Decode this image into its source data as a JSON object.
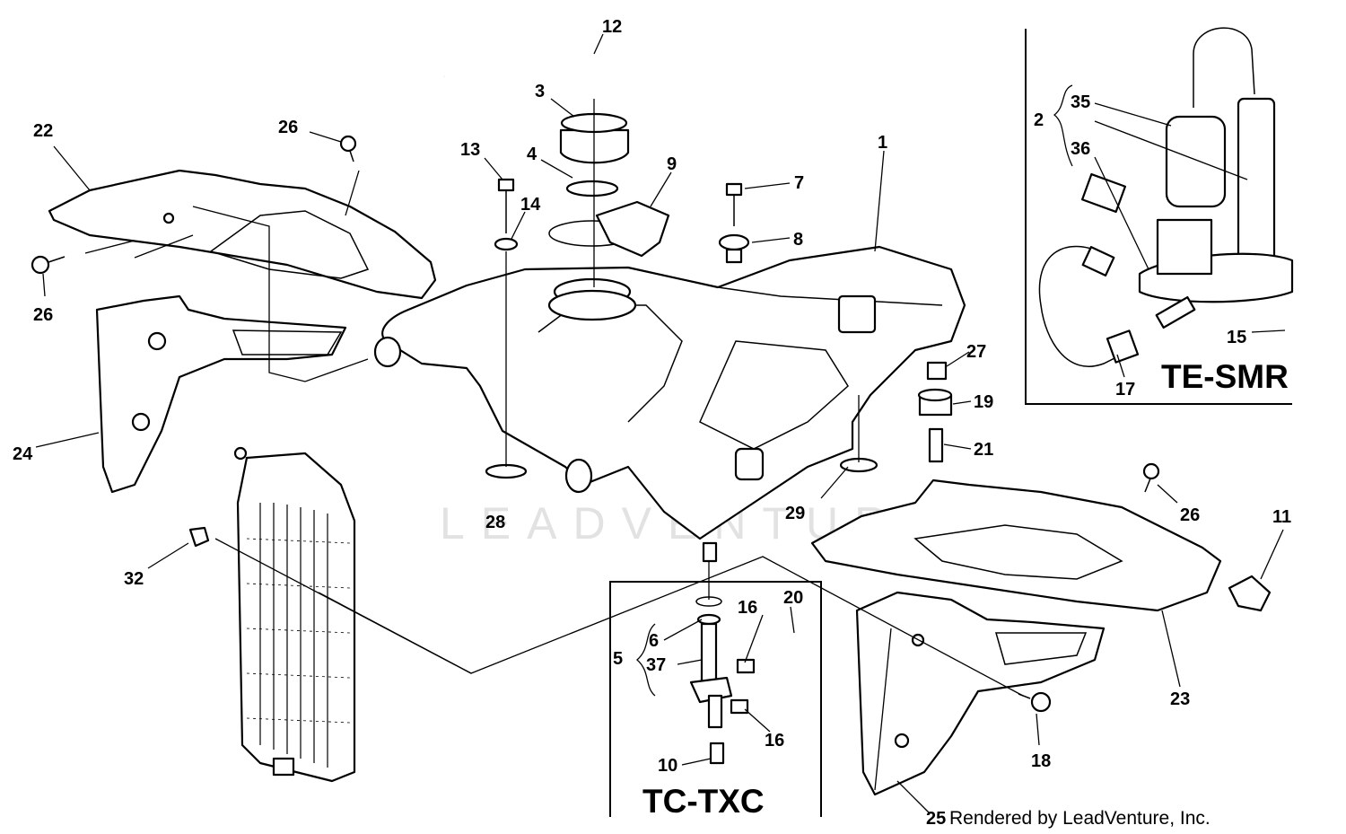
{
  "watermark": "LEADVENTURE",
  "credit": "Rendered by LeadVenture, Inc.",
  "insets": {
    "te_smr": "TE-SMR",
    "tc_txc": "TC-TXC"
  },
  "callouts": {
    "c1": "1",
    "c2": "2",
    "c3": "3",
    "c4": "4",
    "c5": "5",
    "c6": "6",
    "c7": "7",
    "c8": "8",
    "c9": "9",
    "c10": "10",
    "c11": "11",
    "c12": "12",
    "c13": "13",
    "c14": "14",
    "c15": "15",
    "c16a": "16",
    "c16b": "16",
    "c17": "17",
    "c18": "18",
    "c19": "19",
    "c20": "20",
    "c21": "21",
    "c22": "22",
    "c23": "23",
    "c24": "24",
    "c25": "25",
    "c26a": "26",
    "c26b": "26",
    "c26c": "26",
    "c27": "27",
    "c28": "28",
    "c29": "29",
    "c32": "32",
    "c35": "35",
    "c36": "36",
    "c37": "37"
  }
}
